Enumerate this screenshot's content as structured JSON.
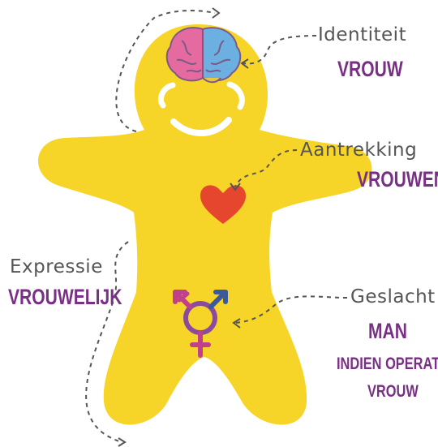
{
  "identity": {
    "label": "Identiteit",
    "value": "VROUW"
  },
  "attraction": {
    "label": "Aantrekking",
    "value": "VROUWEN"
  },
  "expression": {
    "label": "Expressie",
    "value": "VROUWELIJK"
  },
  "sex": {
    "label": "Geslacht",
    "value": "MAN",
    "note_line1": "INDIEN OPERATIE:",
    "note_line2": "VROUW"
  },
  "colors": {
    "body": "#f7d428",
    "accent": "#7a2f86",
    "heart": "#e5462d",
    "text": "#555555",
    "dash": "#555555"
  }
}
